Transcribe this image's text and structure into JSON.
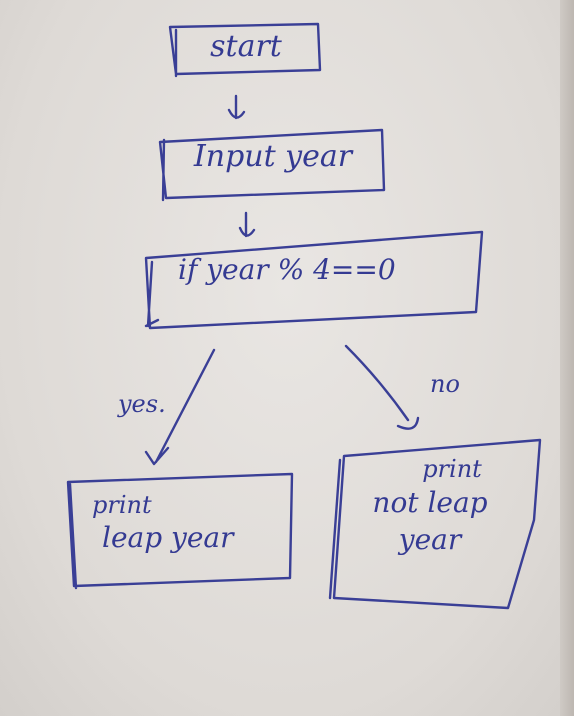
{
  "diagram": {
    "nodes": {
      "start": {
        "text": "start"
      },
      "input": {
        "text": "Input year"
      },
      "condition": {
        "text": "if year % 4==0"
      },
      "leap": {
        "line1": "print",
        "line2": "leap year"
      },
      "not_leap": {
        "line1": "print",
        "line2": "not leap",
        "line3": "year"
      }
    },
    "edges": {
      "yes_label": "yes.",
      "no_label": "no"
    }
  }
}
